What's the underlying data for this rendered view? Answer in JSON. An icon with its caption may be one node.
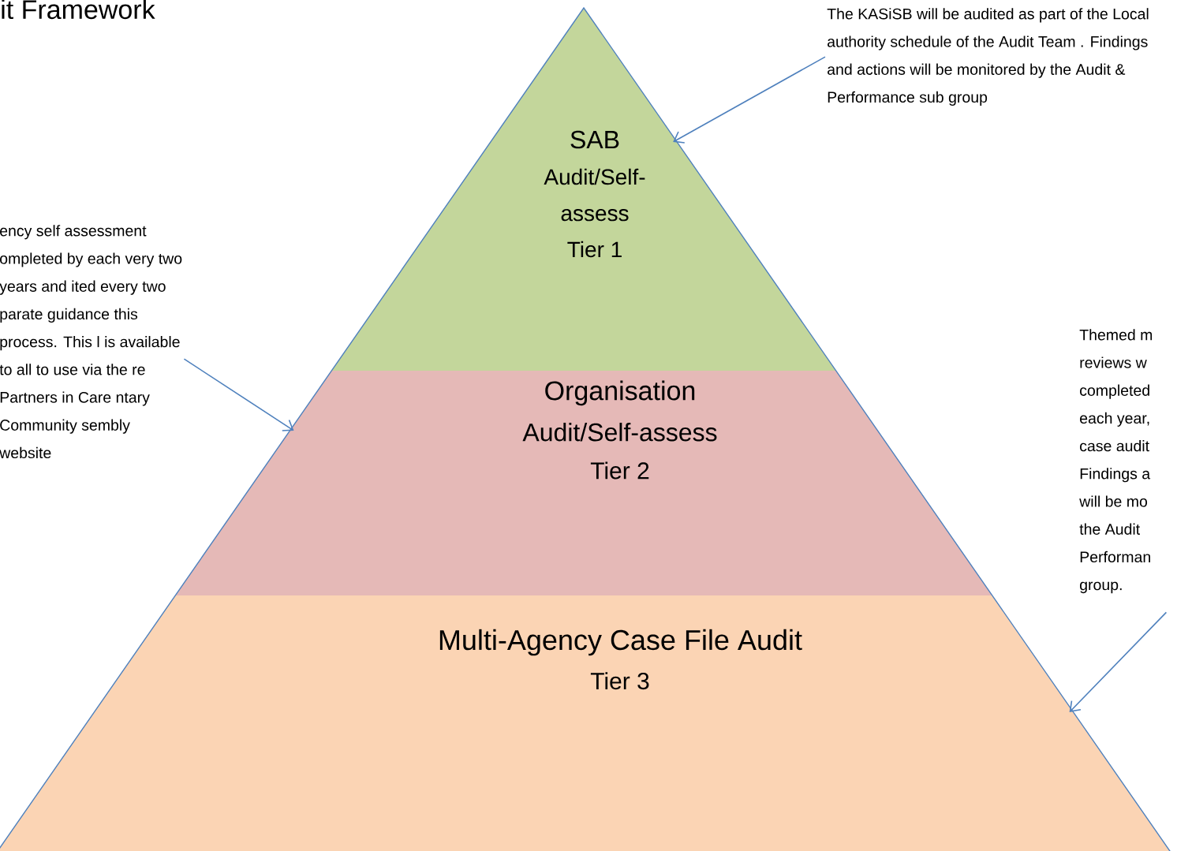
{
  "diagram": {
    "title": "it Framework",
    "nodes": [
      {
        "text": [
          "SAB",
          "Audit/Self-assess",
          "Tier 1"
        ]
      },
      {
        "text": [
          "Organisation",
          "Audit/Self-assess",
          "Tier 2"
        ]
      },
      {
        "text": [
          "Multi-Agency Case File Audit",
          "Tier 3"
        ]
      },
      {
        "text": [
          "The KASiSB will be audited as part of the Local authority schedule of the Audit Team . Findings and actions will be monitored  by the Audit & Performance sub group"
        ]
      },
      {
        "text": [
          "ency self assessment ompleted by each very two years and ited every two parate guidance this process. This l is available to all to use via the re Partners in Care ntary Community sembly website"
        ]
      },
      {
        "text": [
          "Themed m reviews w completed each year, case audit Findings a will be mo the Audit Performan group."
        ]
      }
    ],
    "edges": [
      {
        "from": 3,
        "to": 0,
        "arrow": "to"
      },
      {
        "from": 4,
        "to": 1,
        "arrow": "to"
      },
      {
        "from": 5,
        "to": 2,
        "arrow": "to"
      }
    ]
  }
}
